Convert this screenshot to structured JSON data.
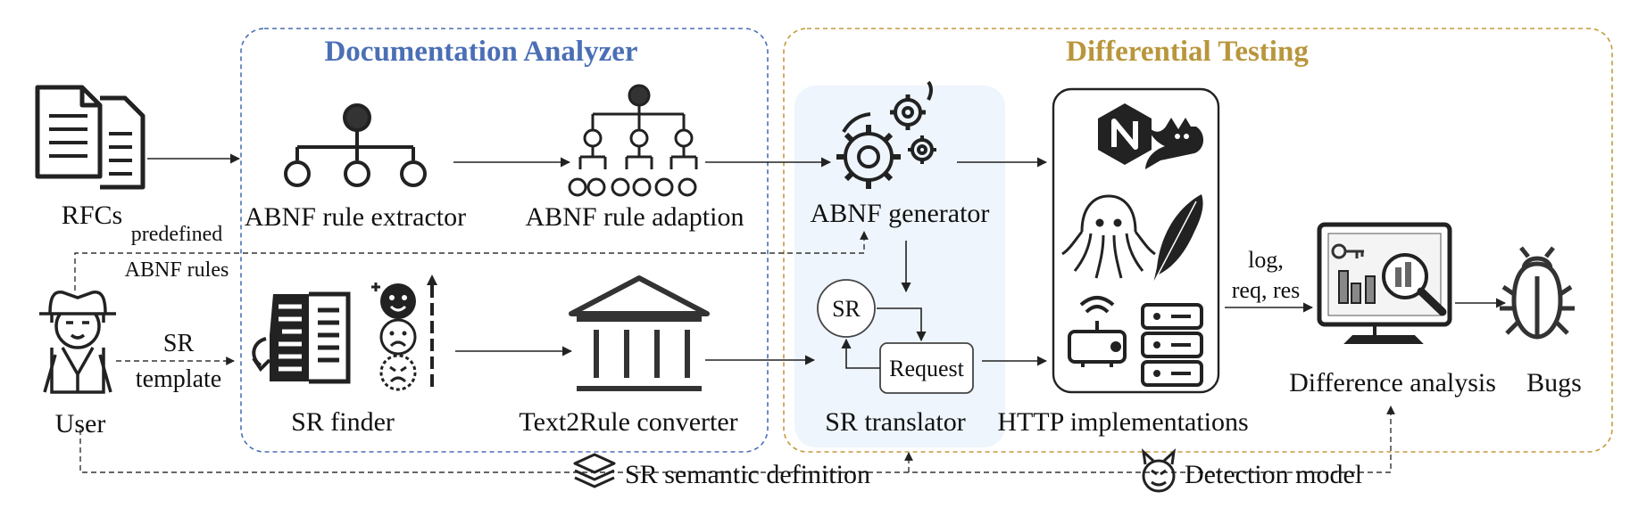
{
  "groups": {
    "doc_analyzer": "Documentation Analyzer",
    "diff_testing": "Differential Testing"
  },
  "nodes": {
    "rfcs": "RFCs",
    "abnf_extractor": "ABNF rule extractor",
    "abnf_adaption": "ABNF rule adaption",
    "abnf_generator": "ABNF generator",
    "user": "User",
    "sr_finder": "SR finder",
    "text2rule": "Text2Rule converter",
    "sr_translator": "SR translator",
    "sr_circle": "SR",
    "request_box": "Request",
    "http_impl": "HTTP implementations",
    "diff_analysis": "Difference analysis",
    "bugs": "Bugs"
  },
  "edges": {
    "predefined_l1": "predefined",
    "predefined_l2": "ABNF rules",
    "sr_template_l1": "SR",
    "sr_template_l2": "template",
    "log_l1": "log,",
    "log_l2": "req, res"
  },
  "legend": {
    "sr_semantic": "SR semantic definition",
    "detection": "Detection model"
  },
  "colors": {
    "doc_border": "#4a6fb5",
    "doc_title": "#4a6fb5",
    "diff_border": "#c49a3c",
    "diff_title": "#b8963c",
    "gen_bg": "#eef5fc",
    "icon": "#222222"
  },
  "icons": [
    "documents-icon",
    "tree-icon",
    "tree-adaption-icon",
    "gears-icon",
    "nginx-icon",
    "tomcat-icon",
    "squid-icon",
    "feather-icon",
    "router-icon",
    "server-icon",
    "monitor-analysis-icon",
    "bug-icon",
    "user-hat-icon",
    "sr-finder-icon",
    "bank-icon",
    "layers-icon",
    "devil-icon"
  ]
}
